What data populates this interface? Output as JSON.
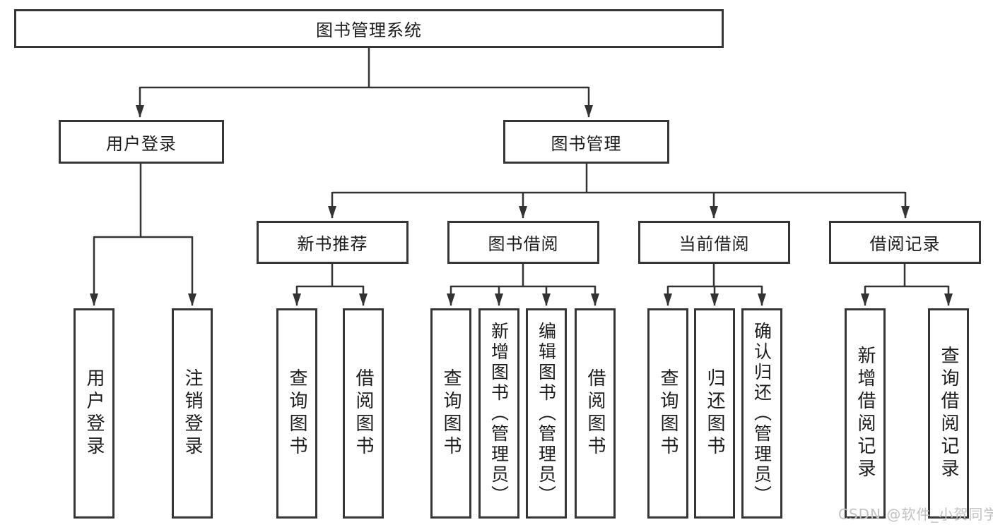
{
  "tree": {
    "root": {
      "label": "图书管理系统"
    },
    "branches": [
      {
        "label": "用户登录",
        "children": [
          {
            "label": "用户登录"
          },
          {
            "label": "注销登录"
          }
        ]
      },
      {
        "label": "图书管理",
        "children": [
          {
            "label": "新书推荐",
            "children": [
              {
                "label": "查询图书"
              },
              {
                "label": "借阅图书"
              }
            ]
          },
          {
            "label": "图书借阅",
            "children": [
              {
                "label": "查询图书"
              },
              {
                "label": "新增图书（管理员）"
              },
              {
                "label": "编辑图书（管理员）"
              },
              {
                "label": "借阅图书"
              }
            ]
          },
          {
            "label": "当前借阅",
            "children": [
              {
                "label": "查询图书"
              },
              {
                "label": "归还图书"
              },
              {
                "label": "确认归还（管理员）"
              }
            ]
          },
          {
            "label": "借阅记录",
            "children": [
              {
                "label": "新增借阅记录"
              },
              {
                "label": "查询借阅记录"
              }
            ]
          }
        ]
      }
    ]
  },
  "watermark": {
    "text": "CSDN @软件_小贺同学"
  },
  "colors": {
    "line": "#333333",
    "box_border": "#363636",
    "text": "#1c1c1c",
    "watermark": "#c2c2c2",
    "background": "#ffffff"
  }
}
